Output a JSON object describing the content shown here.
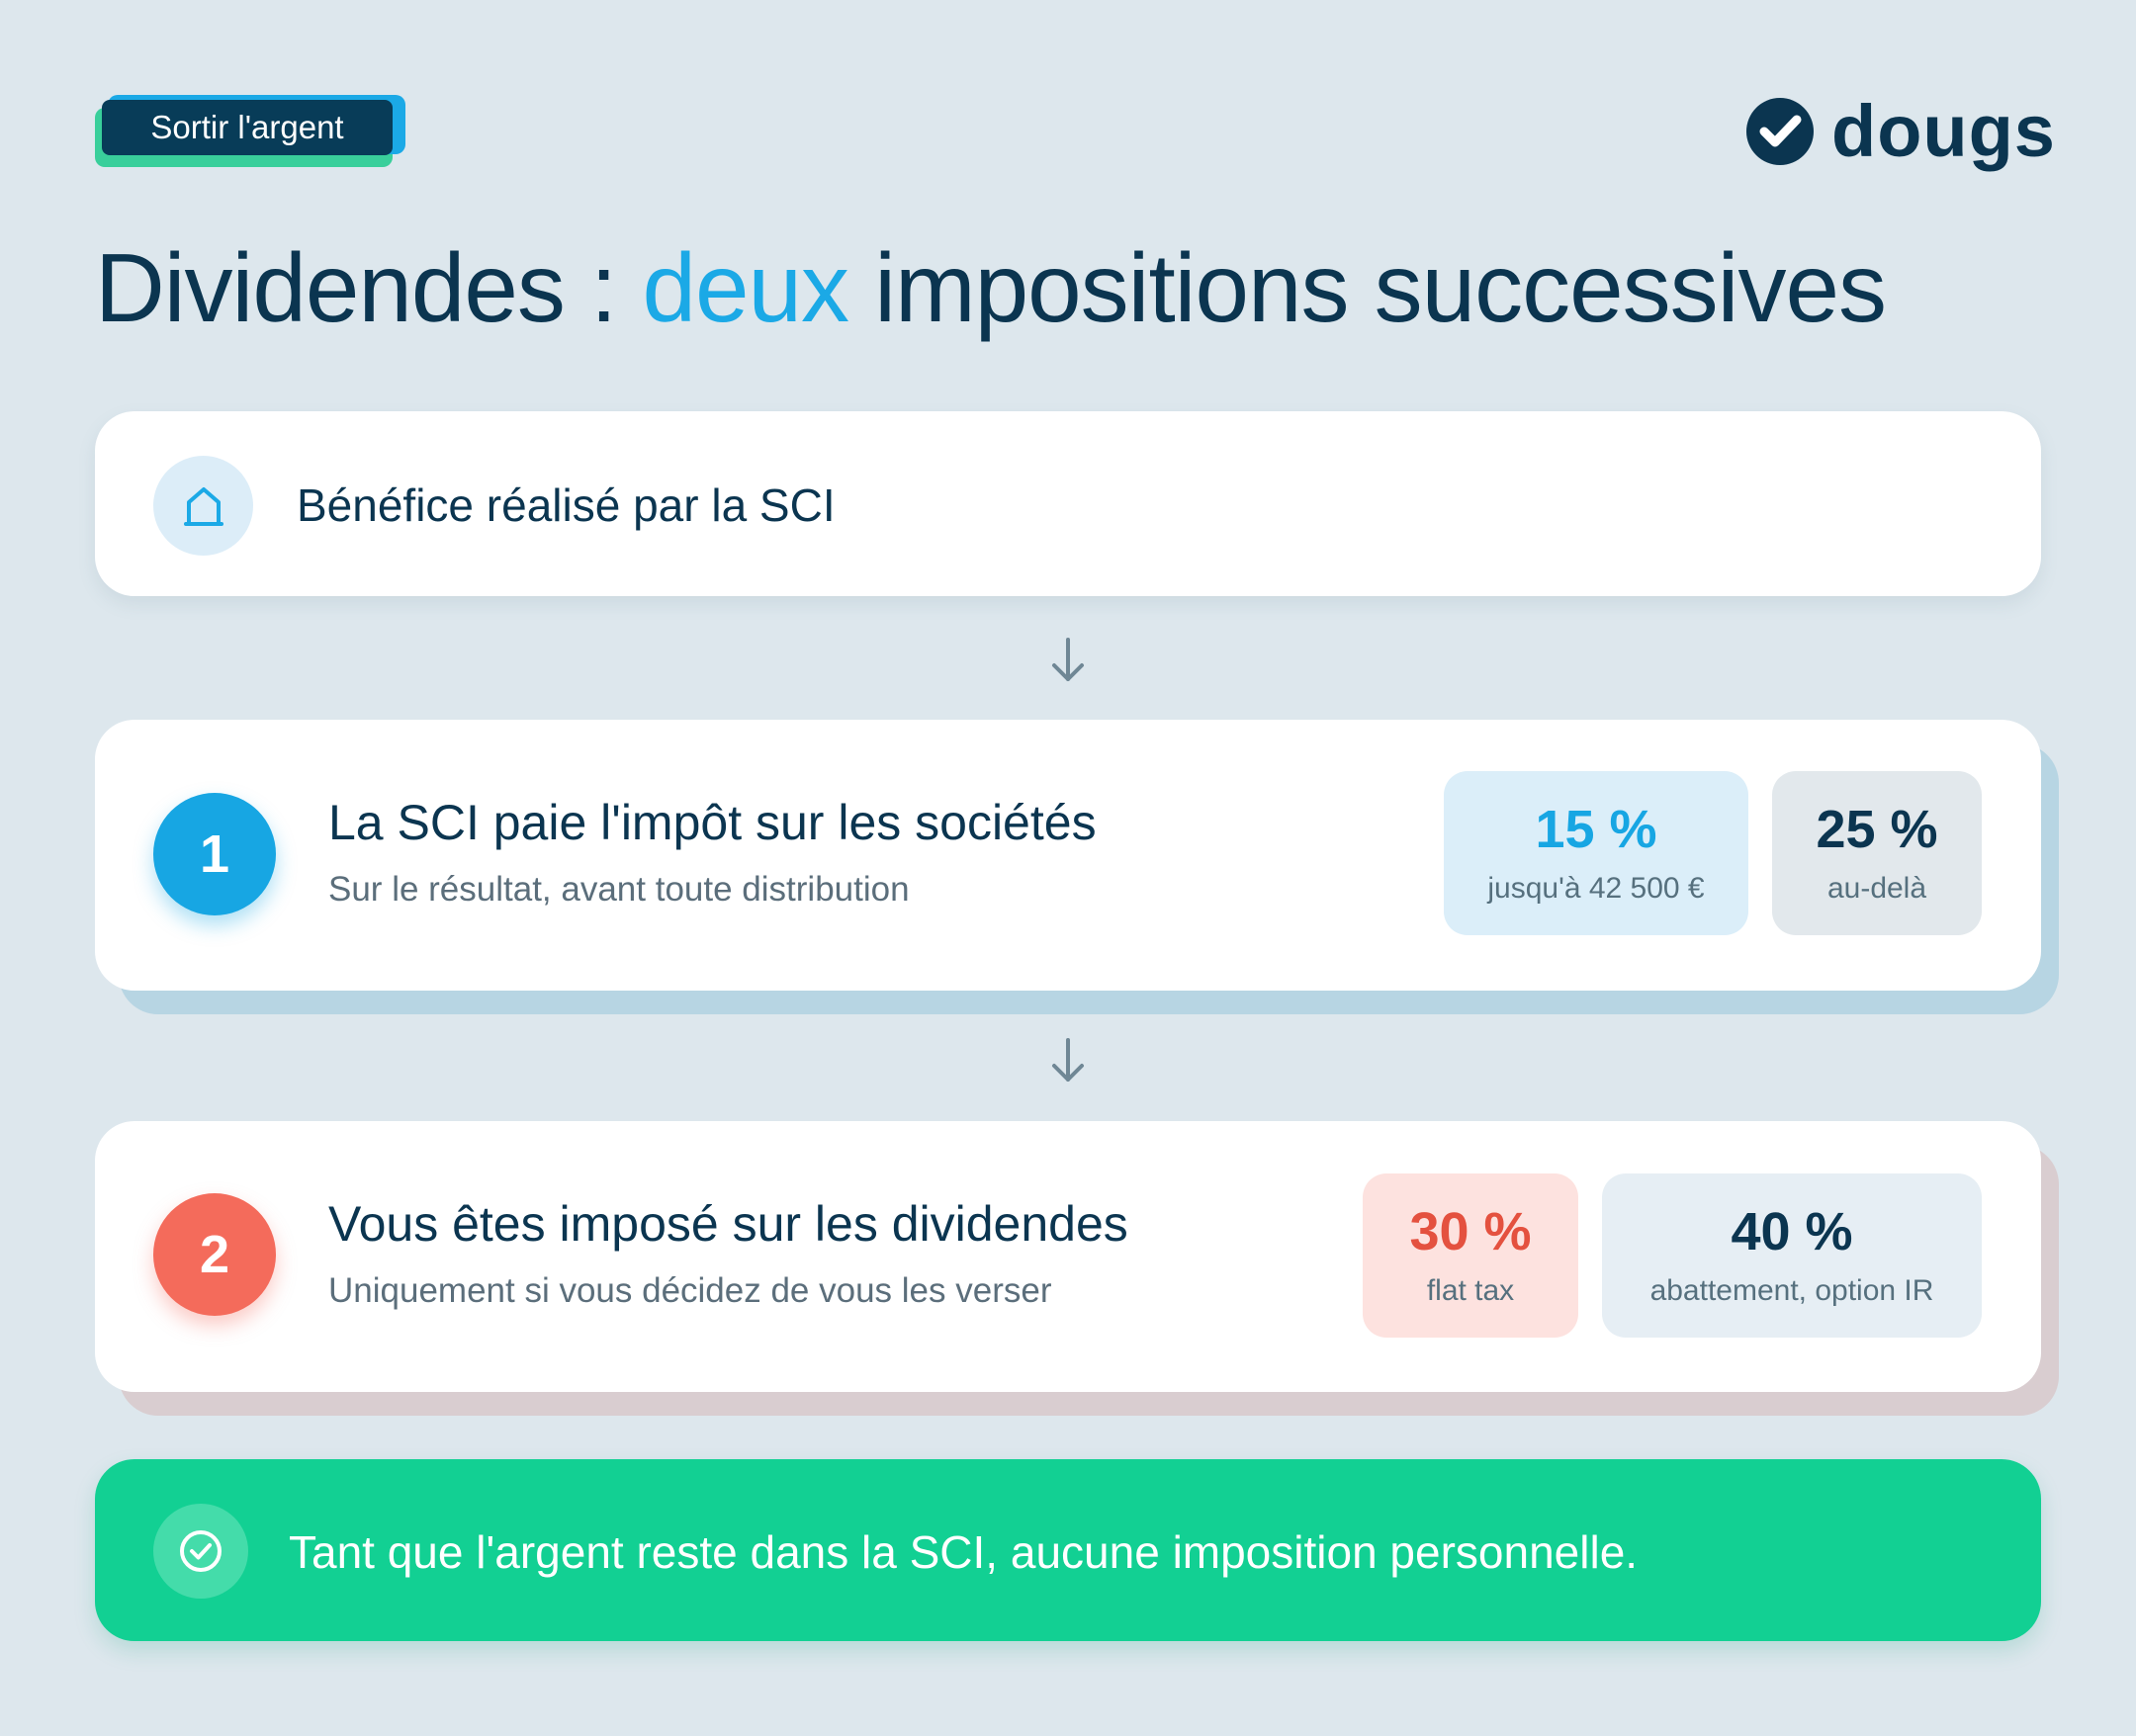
{
  "header": {
    "tag": "Sortir l'argent",
    "logo": "dougs",
    "title_part1": "Dividendes : ",
    "title_accent": "deux",
    "title_part2": " impositions successives"
  },
  "intro": {
    "icon": "home-icon",
    "text": "Bénéfice réalisé par la SCI"
  },
  "steps": [
    {
      "number": "1",
      "title": "La SCI paie l'impôt sur les sociétés",
      "subtitle": "Sur le résultat, avant toute distribution",
      "rates": [
        {
          "value": "15 %",
          "label": "jusqu'à 42 500 €"
        },
        {
          "value": "25 %",
          "label": "au-delà"
        }
      ]
    },
    {
      "number": "2",
      "title": "Vous êtes imposé sur les dividendes",
      "subtitle": "Uniquement si vous décidez de vous les verser",
      "rates": [
        {
          "value": "30 %",
          "label": "flat tax"
        },
        {
          "value": "40 %",
          "label": "abattement, option IR"
        }
      ]
    }
  ],
  "footer": {
    "icon": "check-circle-icon",
    "text": "Tant que l'argent reste dans la SCI, aucune imposition personnelle."
  },
  "colors": {
    "background": "#dde7ed",
    "navy": "#0b3550",
    "blue": "#1ba9e6",
    "coral": "#f46b5b",
    "green": "#12d093"
  }
}
